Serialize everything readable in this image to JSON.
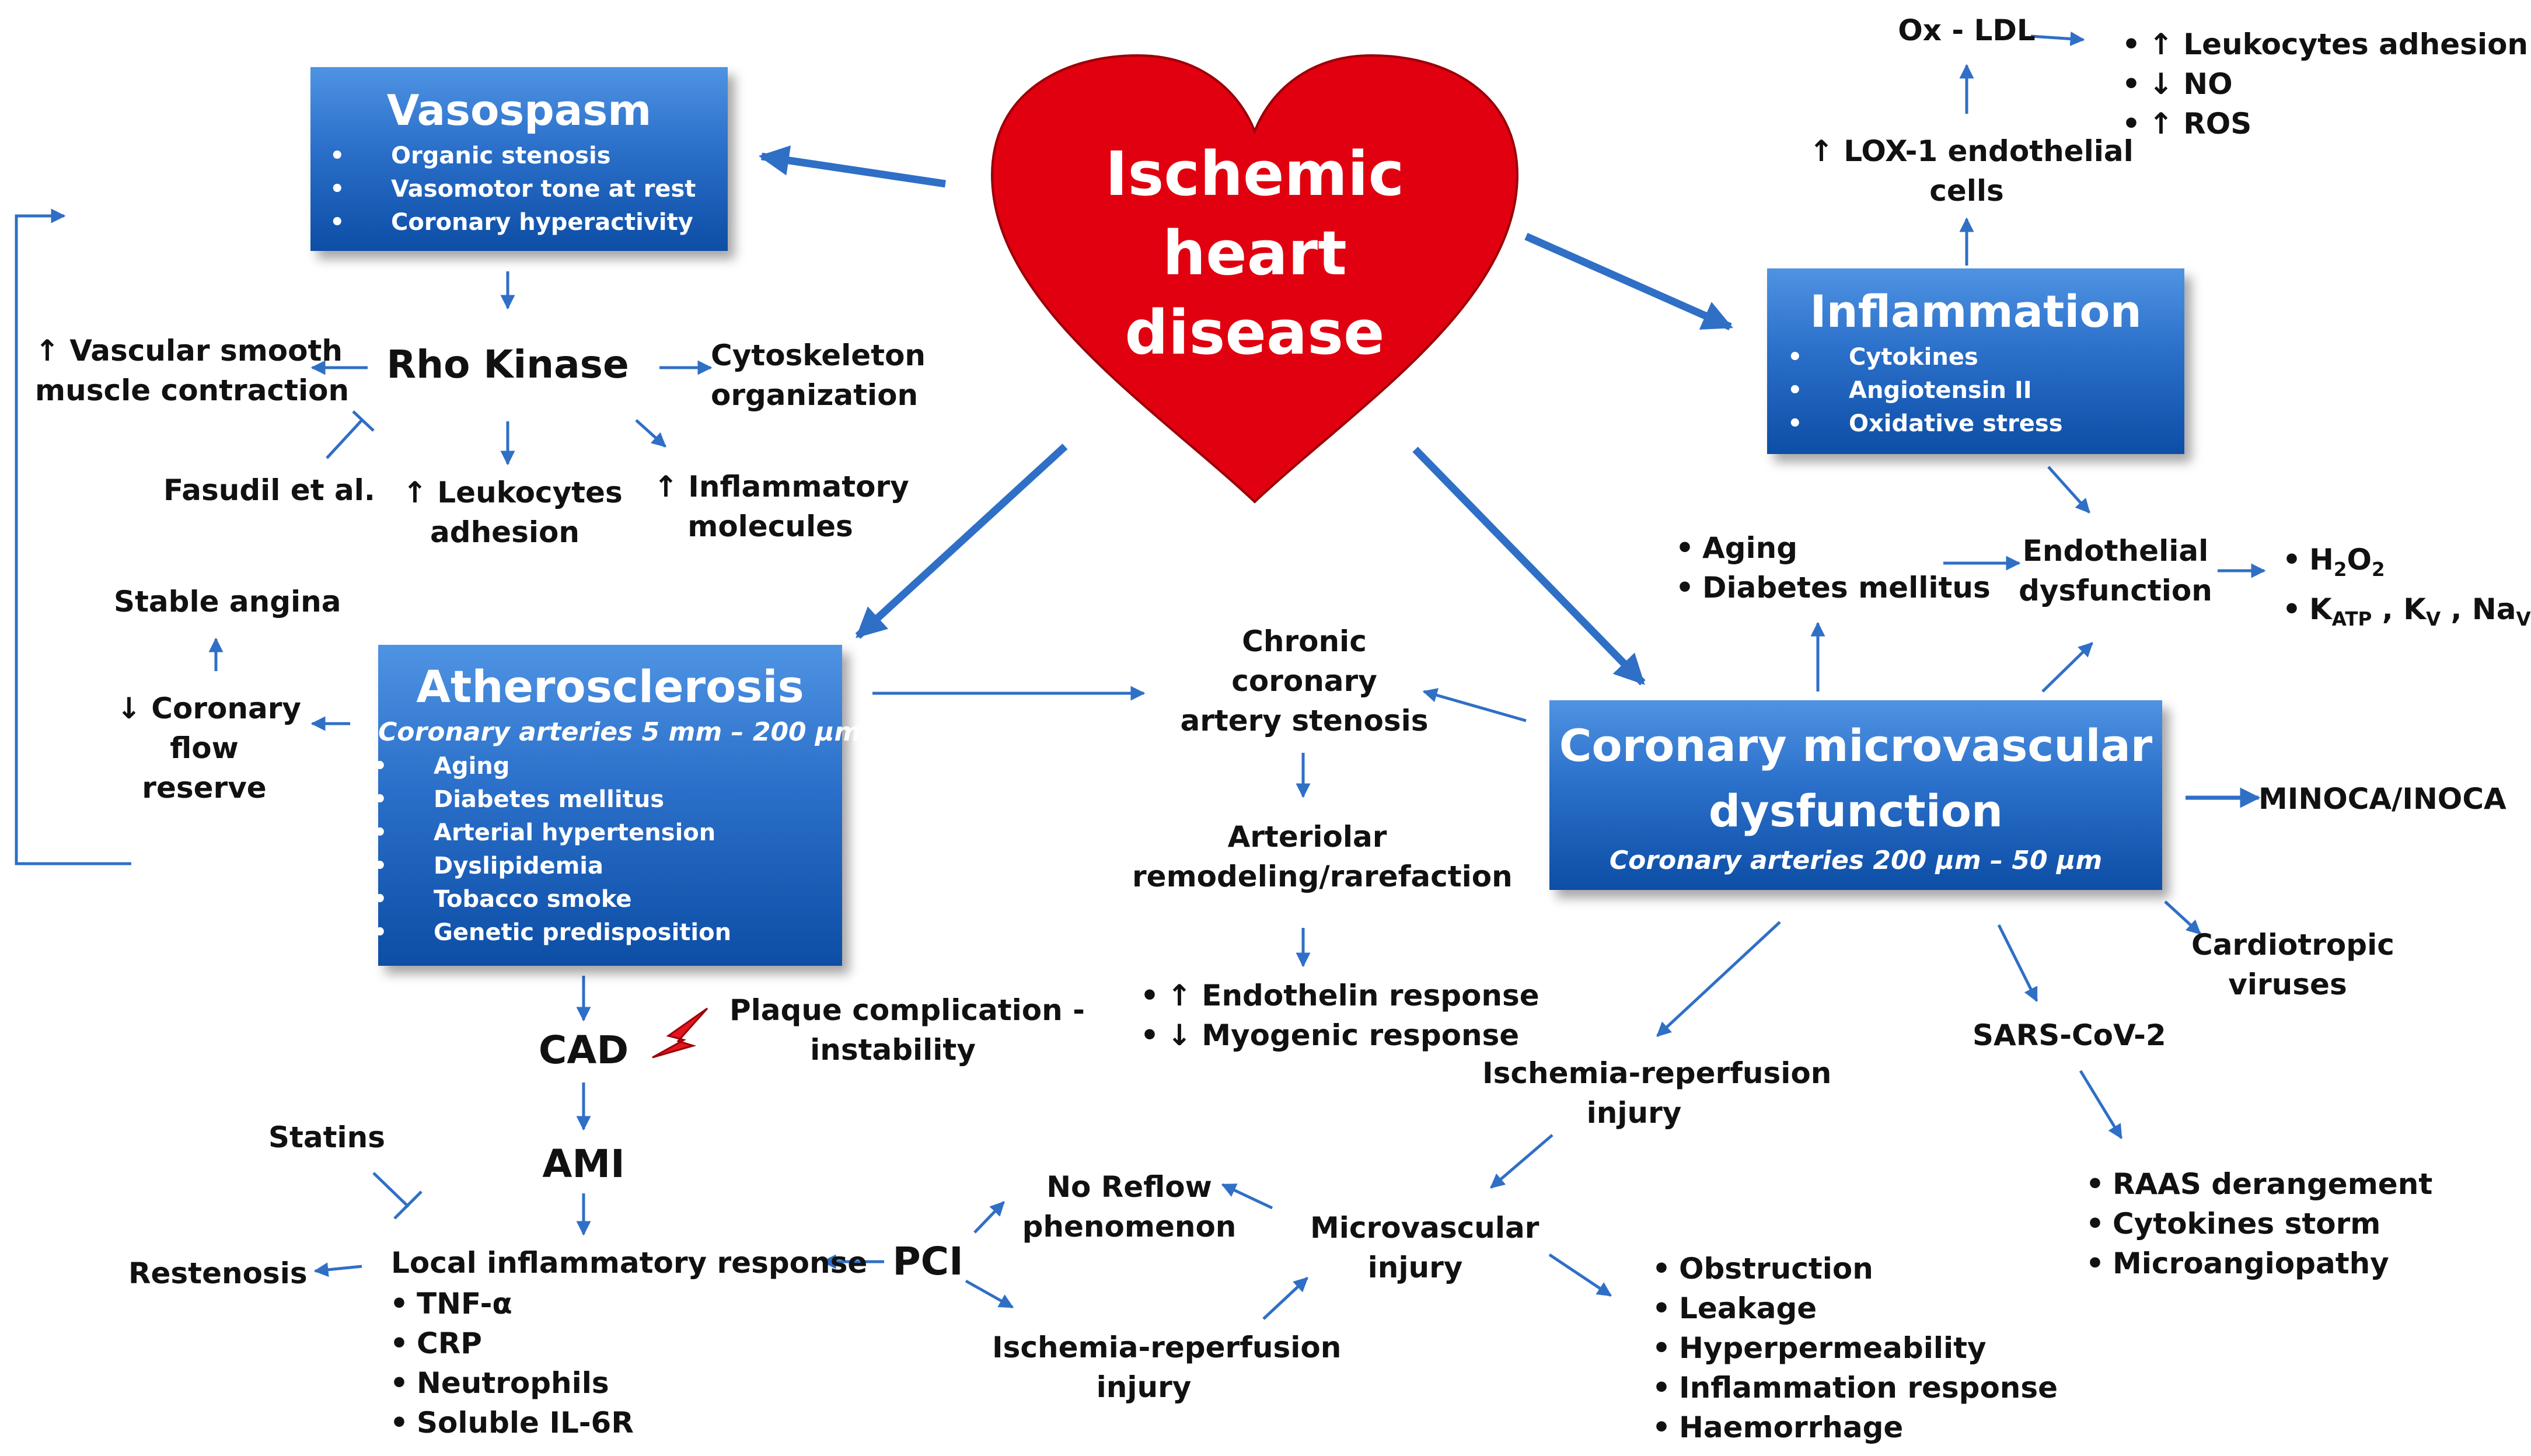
{
  "colors": {
    "heart": "#e0000f",
    "box": "#1f63c0",
    "arrow": "#2f6fc6"
  },
  "heart": {
    "title": [
      "Ischemic",
      "heart",
      "disease"
    ]
  },
  "vasospasm": {
    "title": "Vasospasm",
    "items": [
      "Organic stenosis",
      "Vasomotor tone at rest",
      "Coronary hyperactivity"
    ]
  },
  "inflammation": {
    "title": "Inflammation",
    "items": [
      "Cytokines",
      "Angiotensin II",
      "Oxidative stress"
    ]
  },
  "atherosclerosis": {
    "title": "Atherosclerosis",
    "sub": "Coronary arteries 5 mm – 200 μm",
    "items": [
      "Aging",
      "Diabetes mellitus",
      "Arterial hypertension",
      "Dyslipidemia",
      "Tobacco smoke",
      "Genetic predisposition"
    ]
  },
  "cmd": {
    "title": [
      "Coronary microvascular",
      "dysfunction"
    ],
    "sub": "Coronary arteries  200 μm – 50 μm"
  },
  "rho": {
    "title": "Rho Kinase",
    "vsm": [
      "↑ Vascular smooth",
      "muscle contraction"
    ],
    "cyto": [
      "Cytoskeleton",
      "organization"
    ],
    "leuko": [
      "↑ Leukocytes",
      "adhesion"
    ],
    "inflmol": [
      "↑ Inflammatory",
      "molecules"
    ],
    "fasudil": "Fasudil et al."
  },
  "angina": {
    "stable": "Stable angina",
    "reserve": [
      "↓ Coronary",
      "flow",
      "reserve"
    ]
  },
  "stenosis": {
    "chronic": [
      "Chronic",
      "coronary",
      "artery stenosis"
    ],
    "remodel": [
      "Arteriolar",
      "remodeling/rarefaction"
    ],
    "responses": [
      "↑ Endothelin response",
      "↓ Myogenic response"
    ]
  },
  "cad": {
    "cad": "CAD",
    "ami": "AMI",
    "plaque": [
      "Plaque complication -",
      "instability"
    ],
    "statins": "Statins",
    "restenosis": "Restenosis",
    "local": "Local inflammatory response",
    "markers": [
      "TNF-α",
      "CRP",
      "Neutrophils",
      "Soluble IL-6R"
    ],
    "pci": "PCI",
    "noreflow": [
      "No Reflow",
      "phenomenon"
    ],
    "irPci": [
      "Ischemia-reperfusion",
      "injury"
    ]
  },
  "micro": {
    "ir": [
      "Ischemia-reperfusion",
      "injury"
    ],
    "injury": [
      "Microvascular",
      "injury"
    ],
    "outcomes": [
      "Obstruction",
      "Leakage",
      "Hyperpermeability",
      "Inflammation response",
      "Haemorrhage"
    ]
  },
  "sars": {
    "name": "SARS-CoV-2",
    "effects": [
      "RAAS derangement",
      "Cytokines storm",
      "Microangiopathy"
    ],
    "viruses": [
      "Cardiotropic",
      "viruses"
    ],
    "minoca": "MINOCA/INOCA"
  },
  "endo": {
    "risk": [
      "Aging",
      "Diabetes mellitus"
    ],
    "dysf": [
      "Endothelial",
      "dysfunction"
    ],
    "h2o2": "H",
    "h2o2sub1": "2",
    "h2o2o": "O",
    "h2o2sub2": "2",
    "channels": {
      "k": "K",
      "katp": "ATP",
      "kv": "K",
      "v": "V",
      "na": "Na",
      "nav": "V"
    }
  },
  "oxldl": {
    "name": "Ox - LDL",
    "lox": [
      "↑ LOX-1 endothelial",
      "cells"
    ],
    "effects": [
      "↑ Leukocytes adhesion",
      "↓ NO",
      "↑ ROS"
    ]
  }
}
